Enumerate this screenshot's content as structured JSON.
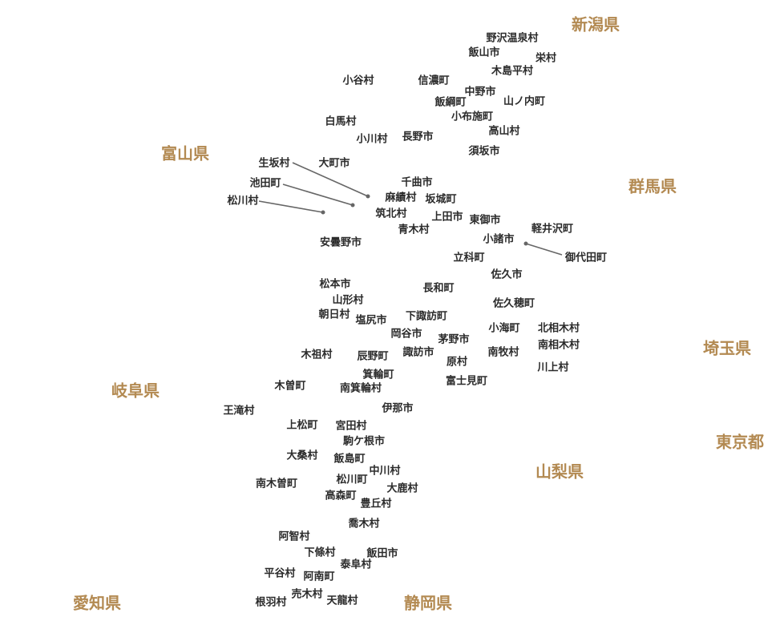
{
  "prefectures": [
    "新潟県",
    "富山県",
    "群馬県",
    "埼玉県",
    "岐阜県",
    "東京都",
    "山梨県",
    "愛知県",
    "静岡県"
  ],
  "municipalities": [
    "野沢温泉村",
    "飯山市",
    "栄村",
    "木島平村",
    "小谷村",
    "信濃町",
    "中野市",
    "飯綱町",
    "山ノ内町",
    "小布施町",
    "白馬村",
    "高山村",
    "小川村",
    "長野市",
    "須坂市",
    "生坂村",
    "大町市",
    "千曲市",
    "池田町",
    "麻績村",
    "坂城町",
    "松川村",
    "筑北村",
    "上田市",
    "東御市",
    "軽井沢町",
    "青木村",
    "小諸市",
    "安曇野市",
    "御代田町",
    "立科町",
    "佐久市",
    "松本市",
    "長和町",
    "山形村",
    "佐久穂町",
    "朝日村",
    "塩尻市",
    "下諏訪町",
    "小海町",
    "北相木村",
    "岡谷市",
    "茅野市",
    "南相木村",
    "木祖村",
    "辰野町",
    "諏訪市",
    "南牧村",
    "原村",
    "川上村",
    "箕輪町",
    "富士見町",
    "木曽町",
    "南箕輪村",
    "伊那市",
    "王滝村",
    "上松町",
    "宮田村",
    "駒ケ根市",
    "大桑村",
    "飯島町",
    "中川村",
    "南木曽町",
    "松川町",
    "大鹿村",
    "高森町",
    "豊丘村",
    "喬木村",
    "阿智村",
    "下條村",
    "飯田市",
    "泰阜村",
    "平谷村",
    "阿南町",
    "売木村",
    "根羽村",
    "天龍村"
  ],
  "colors": {
    "prefecture": "#b38a52",
    "municipality": "#2b2b2b",
    "leader": "#666666"
  }
}
